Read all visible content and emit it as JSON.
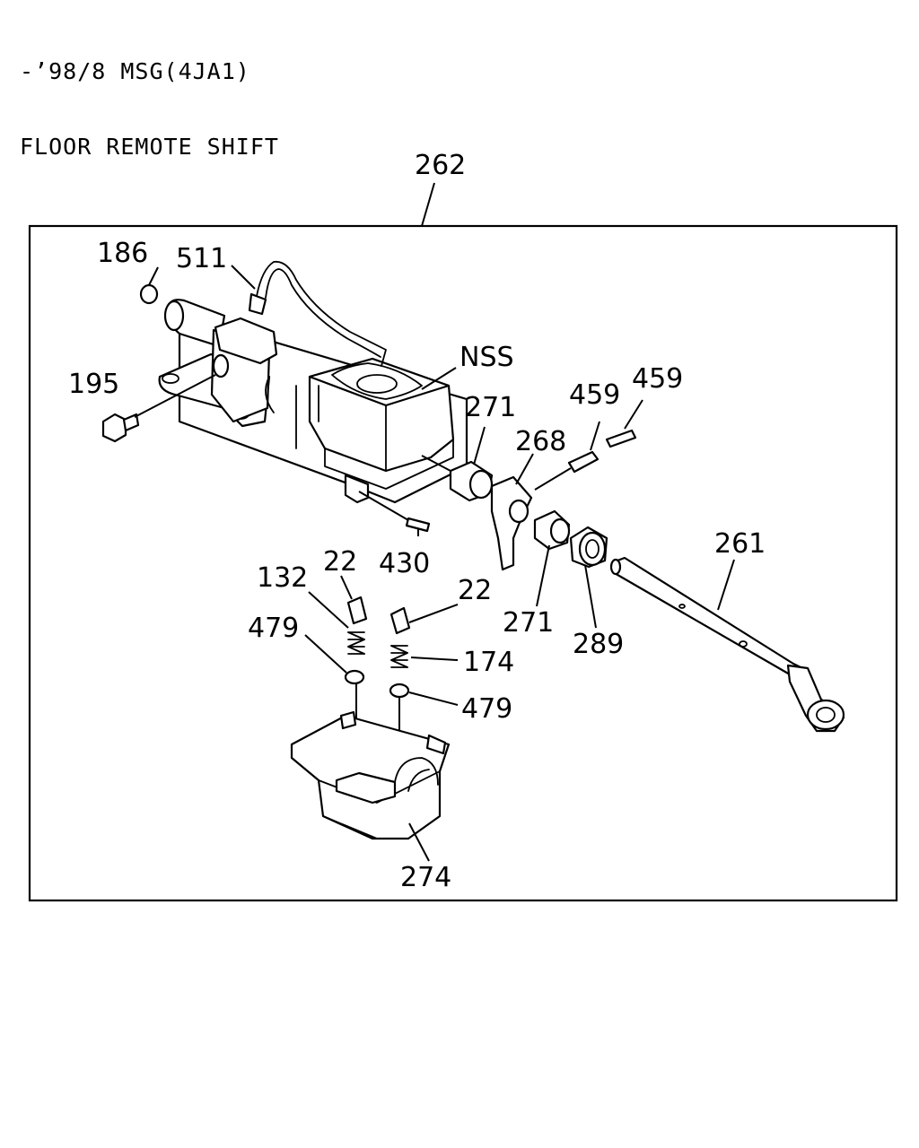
{
  "header": {
    "line1": "-’98/8 MSG(4JA1)",
    "line2": "FLOOR REMOTE SHIFT"
  },
  "callouts": {
    "c262": "262",
    "c186": "186",
    "c511": "511",
    "c195": "195",
    "cNSS": "NSS",
    "c271a": "271",
    "c268": "268",
    "c459a": "459",
    "c459b": "459",
    "c430": "430",
    "c22a": "22",
    "c132": "132",
    "c22b": "22",
    "c479a": "479",
    "c174": "174",
    "c479b": "479",
    "c271b": "271",
    "c289": "289",
    "c261": "261",
    "c274": "274"
  }
}
